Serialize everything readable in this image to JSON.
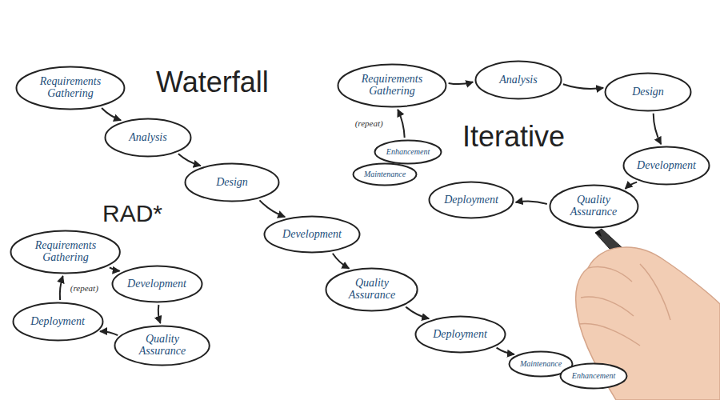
{
  "diagram": {
    "nodes": [
      {
        "text": [
          "Requirements Gathering"
        ]
      },
      {
        "text": [
          "Analysis"
        ]
      },
      {
        "text": [
          "Design"
        ]
      },
      {
        "text": [
          "Development"
        ]
      },
      {
        "text": [
          "Quality Assurance"
        ]
      },
      {
        "text": [
          "Deployment"
        ]
      },
      {
        "text": [
          "Maintenance"
        ]
      },
      {
        "text": [
          "Enhancement"
        ]
      },
      {
        "text": [
          "Requirements Gathering"
        ]
      },
      {
        "text": [
          "Analysis"
        ]
      },
      {
        "text": [
          "Design"
        ]
      },
      {
        "text": [
          "Development"
        ]
      },
      {
        "text": [
          "Quality Assurance"
        ]
      },
      {
        "text": [
          "Deployment"
        ]
      },
      {
        "text": [
          "Maintenance"
        ]
      },
      {
        "text": [
          "Enhancement"
        ]
      },
      {
        "text": [
          "Requirements Gathering"
        ]
      },
      {
        "text": [
          "Development"
        ]
      },
      {
        "text": [
          "Quality Assurance"
        ]
      },
      {
        "text": [
          "Deployment"
        ]
      }
    ],
    "edges": [
      {
        "from": 0,
        "to": 1,
        "arrow": "to"
      },
      {
        "from": 1,
        "to": 2,
        "arrow": "to"
      },
      {
        "from": 2,
        "to": 3,
        "arrow": "to"
      },
      {
        "from": 3,
        "to": 4,
        "arrow": "to"
      },
      {
        "from": 4,
        "to": 5,
        "arrow": "to"
      },
      {
        "from": 5,
        "to": 6,
        "arrow": "to"
      },
      {
        "from": 8,
        "to": 9,
        "arrow": "to"
      },
      {
        "from": 9,
        "to": 10,
        "arrow": "to"
      },
      {
        "from": 10,
        "to": 11,
        "arrow": "to"
      },
      {
        "from": 11,
        "to": 12,
        "arrow": "to"
      },
      {
        "from": 12,
        "to": 13,
        "arrow": "to"
      },
      {
        "from": 15,
        "to": 8,
        "label": "(repeat)",
        "arrow": "to"
      },
      {
        "from": 16,
        "to": 17,
        "arrow": "to"
      },
      {
        "from": 17,
        "to": 18,
        "arrow": "to"
      },
      {
        "from": 18,
        "to": 19,
        "arrow": "to"
      },
      {
        "from": 19,
        "to": 16,
        "label": "(repeat)",
        "arrow": "to"
      }
    ],
    "labels": [
      "Waterfall",
      "Iterative",
      "RAD*"
    ]
  }
}
